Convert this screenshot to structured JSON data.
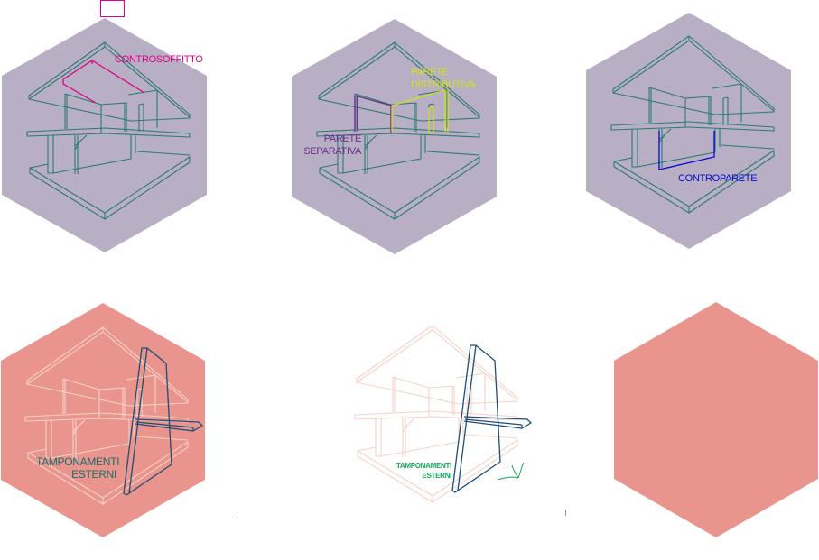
{
  "colors": {
    "hex_purple": "#b8afc4",
    "hex_pink": "#e9948c",
    "house_line": "#2c7a74",
    "house_faint": "#f6d2c8",
    "panel_blue": "#1d4e78",
    "controsoffitto": "#e2008a",
    "parete_distributiva": "#d5e01c",
    "parete_separativa": "#6b2f8e",
    "contropareta": "#0a0ad0",
    "tamponamenti_dark": "#1e6d6a",
    "tamponamenti_green": "#19a85a"
  },
  "panels": [
    {
      "label": "CONTROSOFFITTO"
    },
    {
      "label_line1": "PARETE",
      "label_line2": "DISTRIBUTIVA",
      "label2_line1": "PARETE",
      "label2_line2": "SEPARATIVA"
    },
    {
      "label": "CONTROPARETE"
    },
    {
      "label_line1": "TAMPONAMENTI",
      "label_line2": "ESTERNI"
    },
    {
      "label_line1": "TAMPONAMENTI",
      "label_line2": "ESTERNI"
    },
    {}
  ]
}
